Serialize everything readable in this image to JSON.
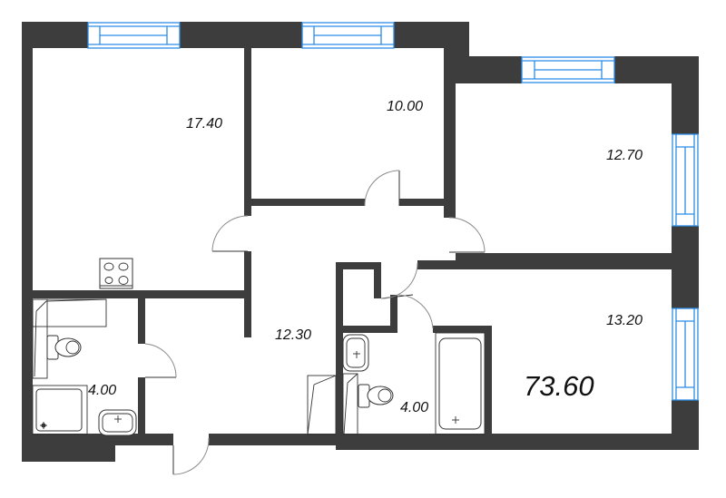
{
  "plan": {
    "total_area": "73.60",
    "rooms": [
      {
        "id": "room-bedroom-left",
        "area": "17.40"
      },
      {
        "id": "room-bedroom-middle",
        "area": "10.00"
      },
      {
        "id": "room-bedroom-right-top",
        "area": "12.70"
      },
      {
        "id": "room-hallway",
        "area": "12.30"
      },
      {
        "id": "room-bathroom-left",
        "area": "4.00"
      },
      {
        "id": "room-bathroom-right",
        "area": "4.00"
      },
      {
        "id": "room-living-right-bottom",
        "area": "13.20"
      }
    ],
    "colors": {
      "wall": "#3d3d3d",
      "window": "#2b8ce6",
      "background": "#ffffff"
    }
  }
}
